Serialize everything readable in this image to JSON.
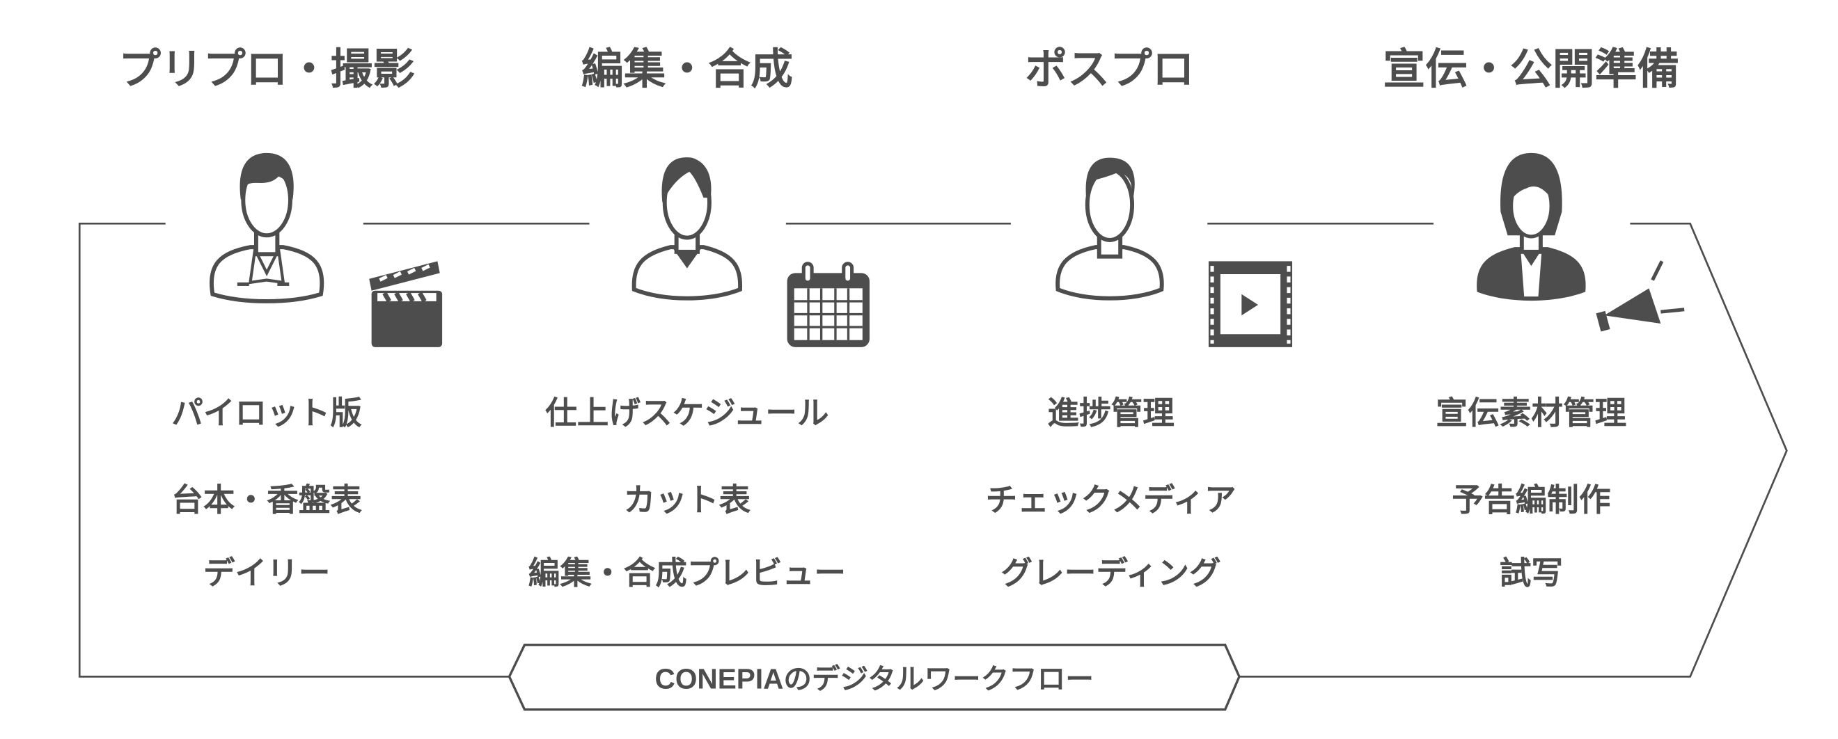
{
  "stages": [
    {
      "title": "プリプロ・撮影",
      "icon": "clapperboard-icon",
      "items": [
        "パイロット版",
        "台本・香盤表",
        "デイリー"
      ]
    },
    {
      "title": "編集・合成",
      "icon": "calendar-icon",
      "items": [
        "仕上げスケジュール",
        "カット表",
        "編集・合成プレビュー"
      ]
    },
    {
      "title": "ポスプロ",
      "icon": "film-play-icon",
      "items": [
        "進捗管理",
        "チェックメディア",
        "グレーディング"
      ]
    },
    {
      "title": "宣伝・公開準備",
      "icon": "megaphone-icon",
      "items": [
        "宣伝素材管理",
        "予告編制作",
        "試写"
      ]
    }
  ],
  "badge": {
    "label": "CONEPIAのデジタルワークフロー"
  },
  "colors": {
    "ink": "#4d4d4d",
    "background": "#ffffff"
  }
}
